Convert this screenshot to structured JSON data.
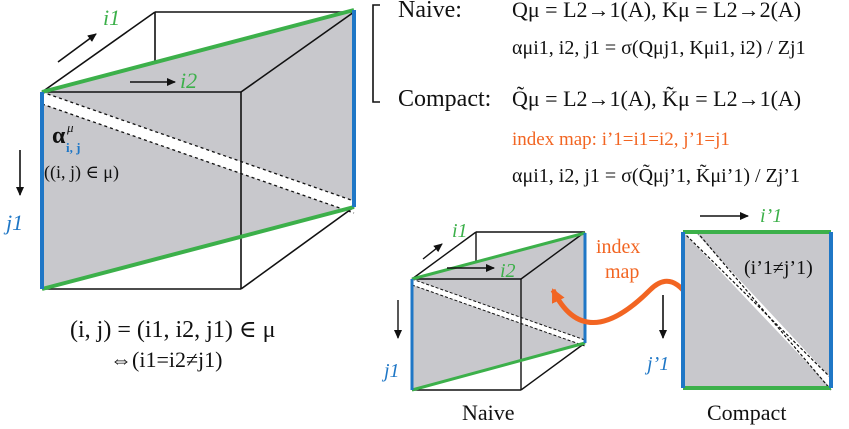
{
  "colors": {
    "green": "#3cb04a",
    "blue": "#1f77c6",
    "orange": "#f26522",
    "gray": "#c8c8cc",
    "black": "#111111"
  },
  "left_cube": {
    "i1": "i1",
    "i2": "i2",
    "j1": "j1",
    "alpha_sym": "α",
    "alpha_sup": "μ",
    "alpha_sub": "i, j",
    "cond": "((i, j) ∈ μ)",
    "tuple_line": "(i, j) = (i1, i2, j1) ∈ μ",
    "iff_line": "⇔(i1=i2≠j1)"
  },
  "naive_block": {
    "label": "Naive:",
    "eq1": "Qμ = L2→1(A), Kμ = L2→2(A)",
    "eq2": "αμi1, i2, j1 = σ(Qμj1, Kμi1, i2) / Zj1"
  },
  "compact_block": {
    "label": "Compact:",
    "eq1": "Q̃μ = L2→1(A), K̃μ = L2→1(A)",
    "index_map_text": "index map: i’1=i1=i2, j’1=j1",
    "eq2": "αμi1, i2, j1 = σ(Q̃μj’1, K̃μi’1) / Zj’1"
  },
  "small_naive": {
    "i1": "i1",
    "i2": "i2",
    "j1": "j1",
    "caption": "Naive"
  },
  "index_map_arrow": {
    "line1": "index",
    "line2": "map"
  },
  "compact_square": {
    "i1p": "i’1",
    "j1p": "j’1",
    "cond": "(i’1≠j’1)",
    "caption": "Compact"
  }
}
